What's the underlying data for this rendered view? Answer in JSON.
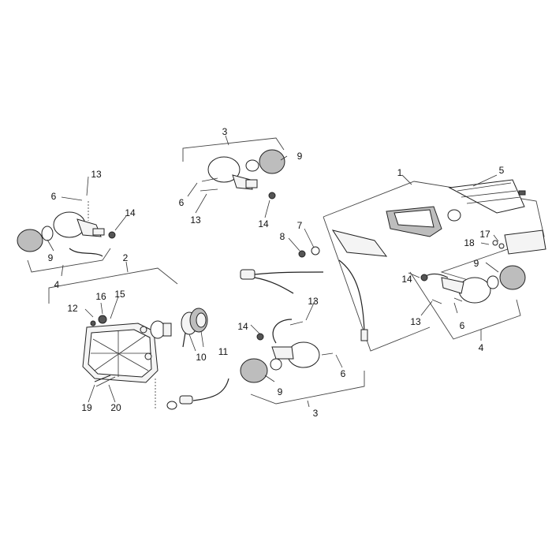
{
  "diagram": {
    "callouts": [
      {
        "id": "c-1-tail",
        "text": "1"
      },
      {
        "id": "c-2-head",
        "text": "2"
      },
      {
        "id": "c-3-top",
        "text": "3"
      },
      {
        "id": "c-3-bottom",
        "text": "3"
      },
      {
        "id": "c-4-left",
        "text": "4"
      },
      {
        "id": "c-4-right",
        "text": "4"
      },
      {
        "id": "c-5",
        "text": "5"
      },
      {
        "id": "c-6-left",
        "text": "6"
      },
      {
        "id": "c-6-top",
        "text": "6"
      },
      {
        "id": "c-6-bottom",
        "text": "6"
      },
      {
        "id": "c-6-right",
        "text": "6"
      },
      {
        "id": "c-7",
        "text": "7"
      },
      {
        "id": "c-8",
        "text": "8"
      },
      {
        "id": "c-9-top",
        "text": "9"
      },
      {
        "id": "c-9-left",
        "text": "9"
      },
      {
        "id": "c-9-bottom",
        "text": "9"
      },
      {
        "id": "c-9-right",
        "text": "9"
      },
      {
        "id": "c-10",
        "text": "10"
      },
      {
        "id": "c-11",
        "text": "11"
      },
      {
        "id": "c-12",
        "text": "12"
      },
      {
        "id": "c-13-left",
        "text": "13"
      },
      {
        "id": "c-13-top",
        "text": "13"
      },
      {
        "id": "c-13-bottom",
        "text": "13"
      },
      {
        "id": "c-13-right",
        "text": "13"
      },
      {
        "id": "c-14-left",
        "text": "14"
      },
      {
        "id": "c-14-top",
        "text": "14"
      },
      {
        "id": "c-14-bottom",
        "text": "14"
      },
      {
        "id": "c-14-right",
        "text": "14"
      },
      {
        "id": "c-15",
        "text": "15"
      },
      {
        "id": "c-16",
        "text": "16"
      },
      {
        "id": "c-17",
        "text": "17"
      },
      {
        "id": "c-18",
        "text": "18"
      },
      {
        "id": "c-19",
        "text": "19"
      },
      {
        "id": "c-20",
        "text": "20"
      }
    ]
  }
}
